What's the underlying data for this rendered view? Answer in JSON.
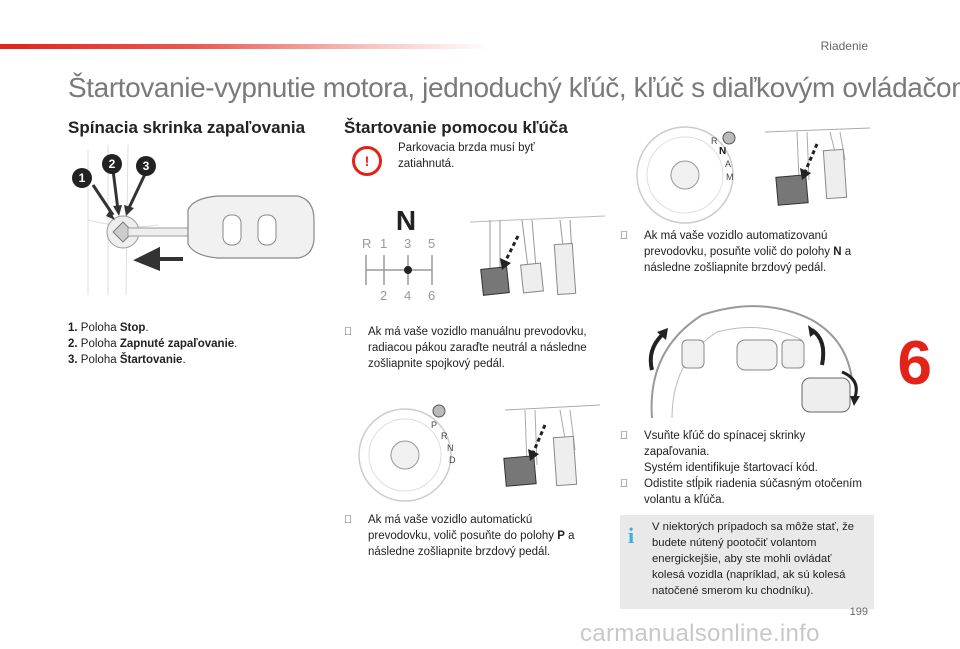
{
  "header": {
    "section": "Riadenie"
  },
  "title": "Štartovanie-vypnutie motora, jednoduchý kľúč, kľúč s diaľkovým ovládačom",
  "left": {
    "heading": "Spínacia skrinka zapaľovania",
    "callouts": [
      "1",
      "2",
      "3"
    ],
    "items": [
      {
        "num": "1.",
        "text": "Poloha ",
        "bold": "Stop",
        "end": "."
      },
      {
        "num": "2.",
        "text": "Poloha ",
        "bold": "Zapnuté zapaľovanie",
        "end": "."
      },
      {
        "num": "3.",
        "text": "Poloha ",
        "bold": "Štartovanie",
        "end": "."
      }
    ]
  },
  "middle": {
    "heading": "Štartovanie pomocou kľúča",
    "warning": "Parkovacia brzda musí byť zatiahnutá.",
    "gear": {
      "letter": "N",
      "top": [
        "R",
        "1",
        "3",
        "5"
      ],
      "bottom": [
        "2",
        "4",
        "6"
      ]
    },
    "bullet_manual": "Ak má vaše vozidlo manuálnu prevodovku, radiacou pákou zaraďte neutrál a následne zošliapnite spojkový pedál.",
    "selector_p": [
      "P",
      "R",
      "N",
      "D"
    ],
    "bullet_auto_p1": "Ak má vaše vozidlo automatickú prevodovku, volič posuňte do polohy ",
    "bullet_auto_p_bold": "P",
    "bullet_auto_p2": " a následne zošliapnite brzdový pedál."
  },
  "right": {
    "selector_n": [
      "R",
      "N",
      "A",
      "M"
    ],
    "bullet_auto_n1": "Ak má vaše vozidlo automatizovanú prevodovku, posuňte volič do polohy ",
    "bullet_auto_n_bold": "N",
    "bullet_auto_n2": " a následne zošliapnite brzdový pedál.",
    "bullet_insert_1": "Vsuňte kľúč do spínacej skrinky zapaľovania.",
    "bullet_insert_2": "Systém identifikuje štartovací kód.",
    "bullet_turn": "Odistite stĺpik riadenia súčasným otočením volantu a kľúča.",
    "info": "V niektorých prípadoch sa môže stať, že budete nútený pootočiť volantom energickejšie, aby ste mohli ovládať kolesá vozidla (napríklad, ak sú kolesá natočené smerom ku chodníku)."
  },
  "chapter": "6",
  "page_number": "199",
  "watermark": "carmanualsonline.info",
  "icons": {
    "bullet": "bullet-marker-icon",
    "warning": "warning-icon",
    "info": "info-icon"
  },
  "colors": {
    "accent": "#e2231a",
    "info": "#3ab0e2",
    "title": "#7a7a7a"
  }
}
